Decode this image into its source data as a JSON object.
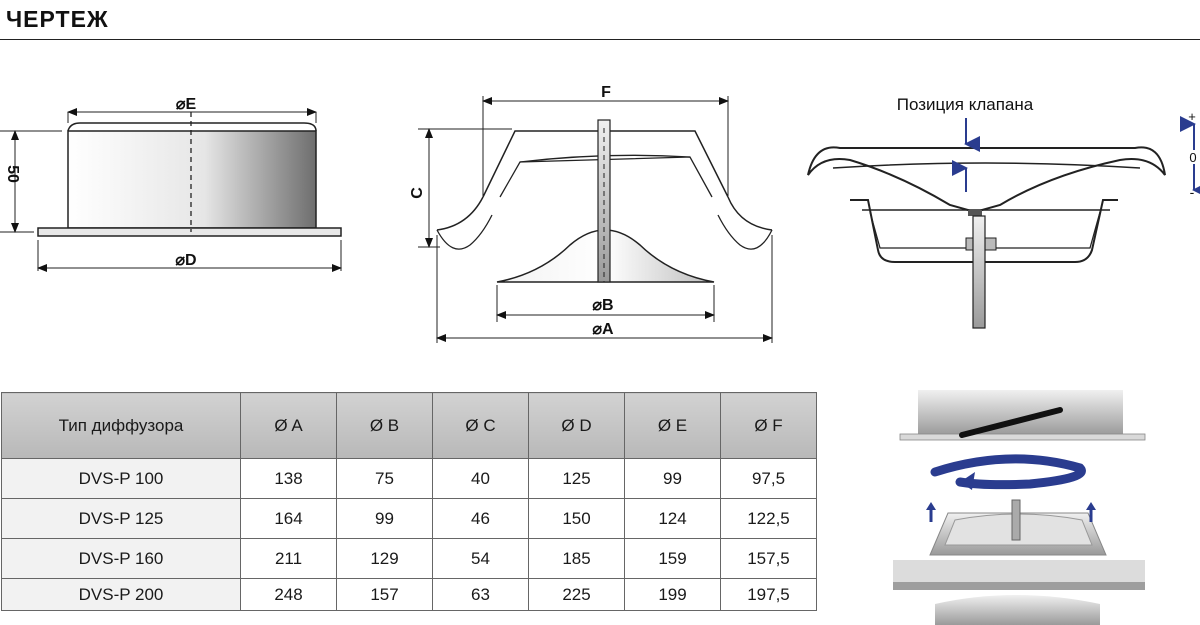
{
  "header": {
    "title": "ЧЕРТЕЖ"
  },
  "drawings": {
    "side_view": {
      "label_e": "⌀E",
      "label_d": "⌀D",
      "label_height": "50"
    },
    "section_view": {
      "label_f": "F",
      "label_c": "C",
      "label_b": "⌀B",
      "label_a": "⌀A"
    },
    "valve_view": {
      "caption": "Позиция клапана",
      "plus": "+",
      "zero": "0",
      "minus": "-"
    }
  },
  "table": {
    "headers": [
      "Тип диффузора",
      "Ø A",
      "Ø B",
      "Ø C",
      "Ø D",
      "Ø E",
      "Ø F"
    ],
    "rows": [
      [
        "DVS-P 100",
        "138",
        "75",
        "40",
        "125",
        "99",
        "97,5"
      ],
      [
        "DVS-P 125",
        "164",
        "99",
        "46",
        "150",
        "124",
        "122,5"
      ],
      [
        "DVS-P 160",
        "211",
        "129",
        "54",
        "185",
        "159",
        "157,5"
      ],
      [
        "DVS-P 200",
        "248",
        "157",
        "63",
        "225",
        "199",
        "197,5"
      ]
    ]
  },
  "colors": {
    "arrow_blue": "#2a3c8f",
    "rule": "#222222",
    "header_gray": "#c4c4c4"
  }
}
